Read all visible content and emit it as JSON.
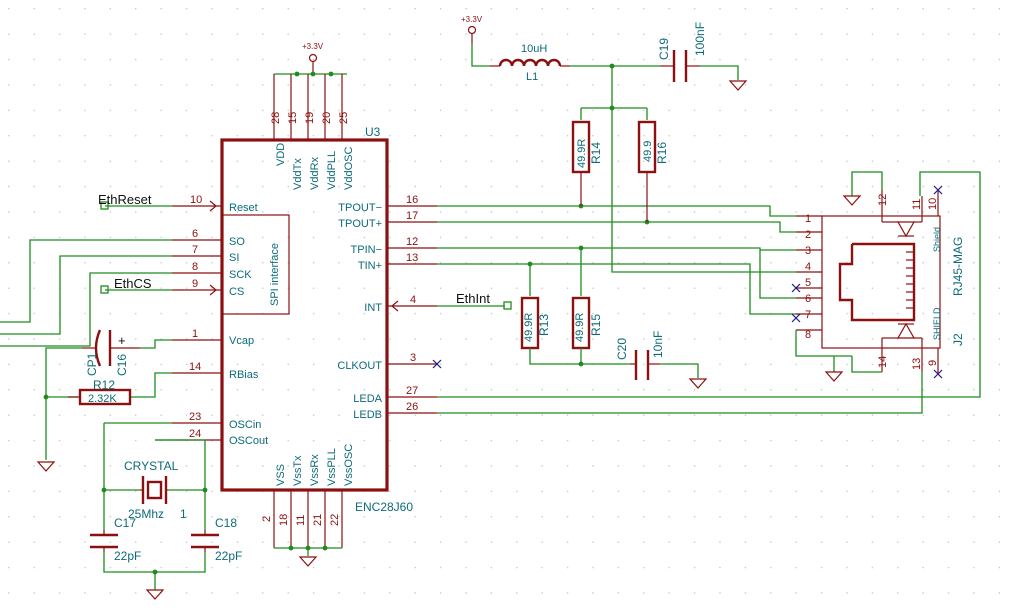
{
  "power": {
    "vcc_left": "+3.3V",
    "vcc_right": "+3.3V"
  },
  "u3": {
    "ref": "U3",
    "value": "ENC28J60",
    "spi_label": "SPI interface",
    "top_pins": [
      {
        "num": "28",
        "name": "VDD"
      },
      {
        "num": "15",
        "name": "VddTx"
      },
      {
        "num": "19",
        "name": "VddRx"
      },
      {
        "num": "20",
        "name": "VddPLL"
      },
      {
        "num": "25",
        "name": "VddOSC"
      }
    ],
    "bottom_pins": [
      {
        "num": "2",
        "name": "VSS"
      },
      {
        "num": "18",
        "name": "VssTx"
      },
      {
        "num": "11",
        "name": "VssRx"
      },
      {
        "num": "21",
        "name": "VssPLL"
      },
      {
        "num": "22",
        "name": "VssOSC"
      }
    ],
    "left_pins": [
      {
        "num": "10",
        "name": "Reset"
      },
      {
        "num": "6",
        "name": "SO"
      },
      {
        "num": "7",
        "name": "SI"
      },
      {
        "num": "8",
        "name": "SCK"
      },
      {
        "num": "9",
        "name": "CS"
      },
      {
        "num": "1",
        "name": "Vcap"
      },
      {
        "num": "14",
        "name": "RBias"
      },
      {
        "num": "23",
        "name": "OSCin"
      },
      {
        "num": "24",
        "name": "OSCout"
      }
    ],
    "right_pins": [
      {
        "num": "16",
        "name": "TPOUT−"
      },
      {
        "num": "17",
        "name": "TPOUT+"
      },
      {
        "num": "12",
        "name": "TPIN−"
      },
      {
        "num": "13",
        "name": "TIN+"
      },
      {
        "num": "4",
        "name": "INT"
      },
      {
        "num": "3",
        "name": "CLKOUT"
      },
      {
        "num": "27",
        "name": "LEDA"
      },
      {
        "num": "26",
        "name": "LEDB"
      }
    ]
  },
  "net_labels": {
    "reset": "EthReset",
    "cs": "EthCS",
    "int": "EthInt"
  },
  "components": {
    "l1": {
      "ref": "L1",
      "value": "10uH"
    },
    "c19": {
      "ref": "C19",
      "value": "100nF"
    },
    "r14": {
      "ref": "R14",
      "value": "49.9R"
    },
    "r16": {
      "ref": "R16",
      "value": "49.9"
    },
    "r13": {
      "ref": "R13",
      "value": "49.9R"
    },
    "r15": {
      "ref": "R15",
      "value": "49.9R"
    },
    "c20": {
      "ref": "C20",
      "value": "10nF"
    },
    "cp1": {
      "ref": "CP1",
      "value": "C16"
    },
    "r12": {
      "ref": "R12",
      "value": "2.32K"
    },
    "crystal": {
      "ref": "CRYSTAL",
      "value": "25Mhz"
    },
    "c17": {
      "ref": "C17",
      "value": "22pF"
    },
    "c18": {
      "ref": "C18",
      "value": "22pF"
    },
    "x1": {
      "ref": "1"
    }
  },
  "j2": {
    "ref": "J2",
    "value": "RJ45-MAG",
    "shield_label": "Shield",
    "shield_label_2": "SHIELD",
    "pins": [
      "1",
      "2",
      "3",
      "4",
      "5",
      "6",
      "7",
      "8"
    ],
    "led_pins": [
      "12",
      "11",
      "10",
      "14",
      "13",
      "9"
    ]
  }
}
